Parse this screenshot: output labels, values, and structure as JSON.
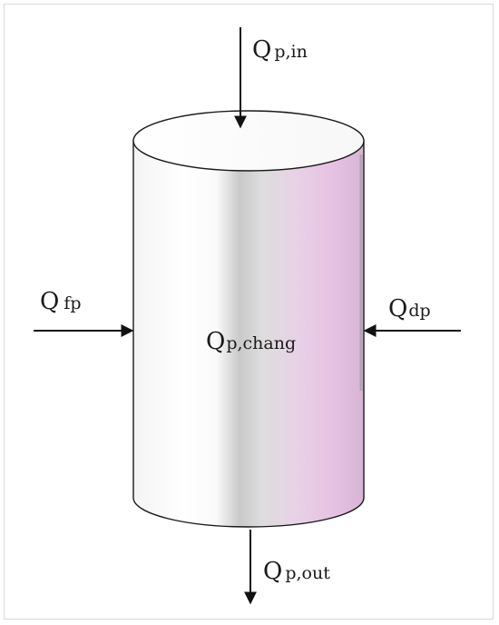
{
  "diagram": {
    "labels": {
      "inflow": {
        "symbol": "Q",
        "subscript": "p,in"
      },
      "change": {
        "symbol": "Q",
        "subscript": "p,chang"
      },
      "left_flow": {
        "symbol": "Q",
        "subscript": "fp"
      },
      "right_flow": {
        "symbol": "Q",
        "subscript": "dp"
      },
      "outflow": {
        "symbol": "Q",
        "subscript": "p,out"
      }
    },
    "colors": {
      "cylinder_light": "#ffffff",
      "cylinder_shade": "#b8b8b8",
      "cylinder_tint": "#e2bfe0",
      "outline": "#1a1a1a",
      "arrow": "#111111"
    }
  }
}
